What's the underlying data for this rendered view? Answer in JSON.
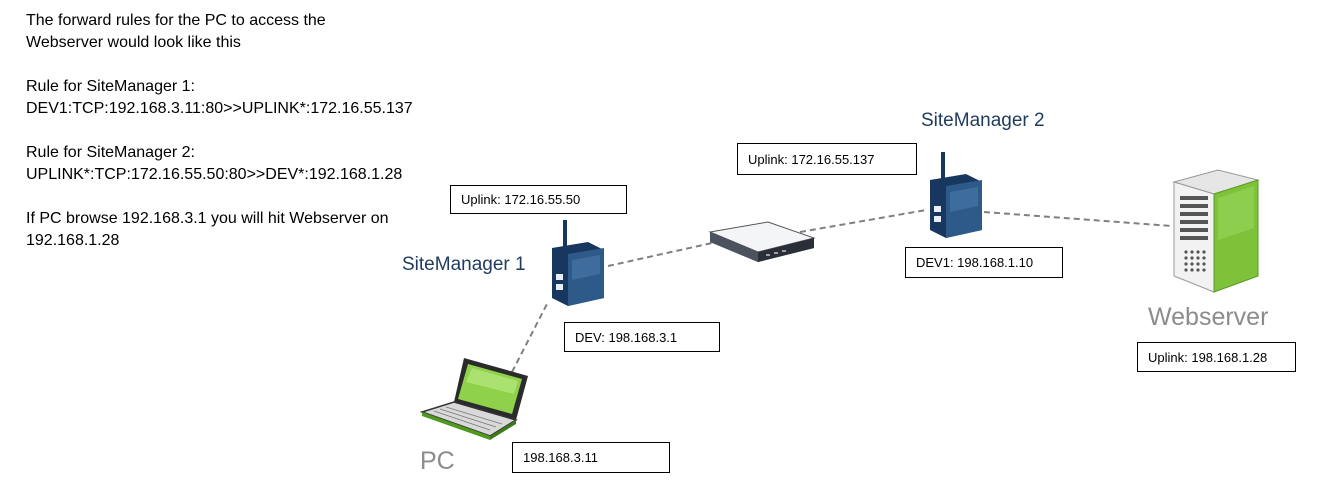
{
  "notes": {
    "intro_line1": "The forward rules for the PC to access the",
    "intro_line2": "Webserver would look like this",
    "rule1_title": "Rule for SiteManager 1:",
    "rule1_text": "DEV1:TCP:192.168.3.11:80>>UPLINK*:172.16.55.137",
    "rule2_title": "Rule for SiteManager 2:",
    "rule2_text": "UPLINK*:TCP:172.16.55.50:80>>DEV*:192.168.1.28",
    "result_line1": "If PC browse 192.168.3.1 you will hit Webserver on",
    "result_line2": "192.168.1.28"
  },
  "devices": {
    "sitemanager1": {
      "label": "SiteManager 1",
      "uplink": "Uplink: 172.16.55.50",
      "dev": "DEV: 198.168.3.1"
    },
    "sitemanager2": {
      "label": "SiteManager 2",
      "uplink": "Uplink: 172.16.55.137",
      "dev": "DEV1: 198.168.1.10"
    },
    "webserver": {
      "label": "Webserver",
      "uplink": "Uplink: 198.168.1.28"
    },
    "pc": {
      "label": "PC",
      "ip": "198.168.3.11"
    }
  },
  "colors": {
    "sitemanager_body": "#17375e",
    "label_blue": "#1f3b5e",
    "green": "#7ec23a",
    "link": "#808080"
  },
  "icons": [
    "sitemanager-icon",
    "switch-icon",
    "server-icon",
    "laptop-icon"
  ]
}
